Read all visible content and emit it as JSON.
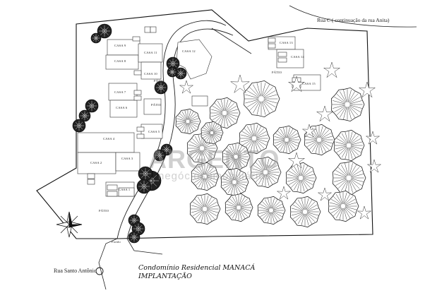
{
  "streets": {
    "rua_c": "Rua C ( continuação da rua Anita)",
    "rua_santo_antonio": "Rua Santo Antônio"
  },
  "caption": {
    "line1": "Condomínio Residencial MANACÁ",
    "line2": "IMPLANTAÇÃO"
  },
  "houses": {
    "casa1": "CASA 1",
    "casa2": "CASA 2",
    "casa3": "CASA 3",
    "casa4": "CASA 4",
    "casa5": "CASA 5",
    "casa6": "CASA 6",
    "casa7": "CASA 7",
    "casa8": "CASA 8",
    "casa9": "CASA 9",
    "casa10": "CASA 10",
    "casa11": "CASA 11",
    "casa12": "CASA 12",
    "casa13": "CASA 13",
    "casa14": "CASA 14",
    "casa15": "CASA 15"
  },
  "small_labels": {
    "patio_1": "PÁTIO",
    "patio_2": "PÁTIO",
    "patio_3": "PÁTIO",
    "patio_4": "PÁTIO",
    "portao": "Portão"
  },
  "watermark": {
    "brand": "ARGENTO",
    "tagline": "negócios imobiliários"
  }
}
